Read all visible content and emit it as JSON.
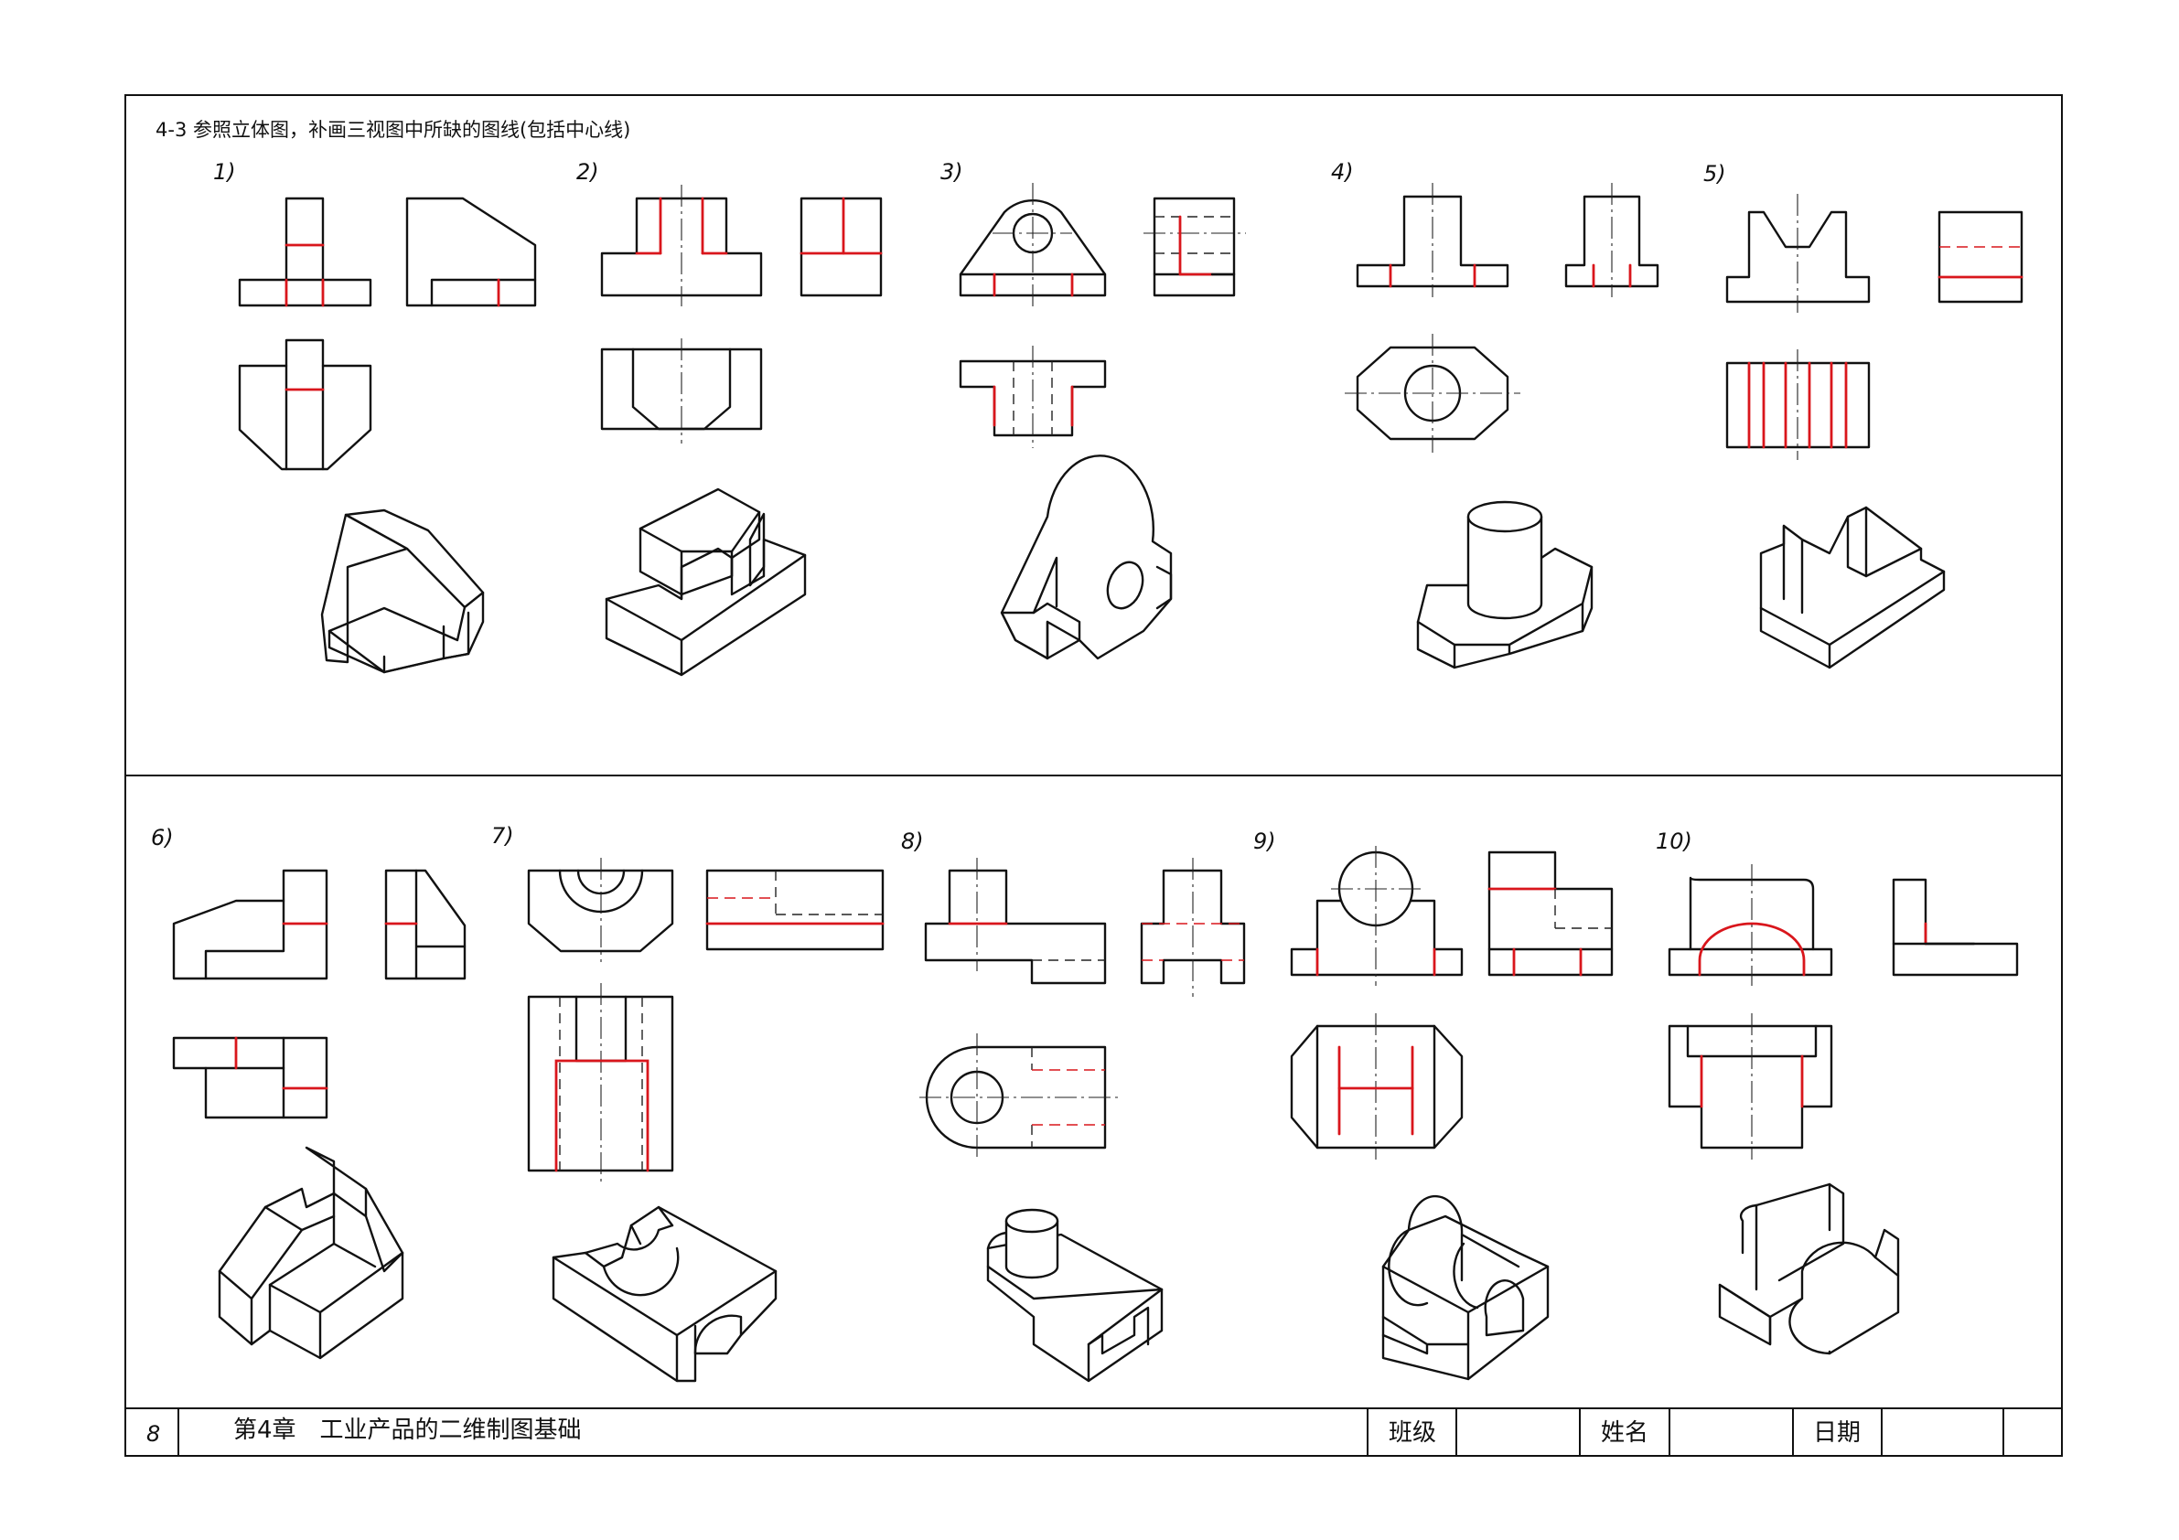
{
  "header": {
    "title": "4-3 参照立体图，补画三视图中所缺的图线(包括中心线)"
  },
  "problems": [
    {
      "label": "1)"
    },
    {
      "label": "2)"
    },
    {
      "label": "3)"
    },
    {
      "label": "4)"
    },
    {
      "label": "5)"
    },
    {
      "label": "6)"
    },
    {
      "label": "7)"
    },
    {
      "label": "8)"
    },
    {
      "label": "9)"
    },
    {
      "label": "10)"
    }
  ],
  "footer": {
    "page_number": "8",
    "chapter": "第4章　工业产品的二维制图基础",
    "class_label": "班级",
    "name_label": "姓名",
    "date_label": "日期"
  },
  "colors": {
    "line": "#111111",
    "answer": "#d9161c"
  }
}
